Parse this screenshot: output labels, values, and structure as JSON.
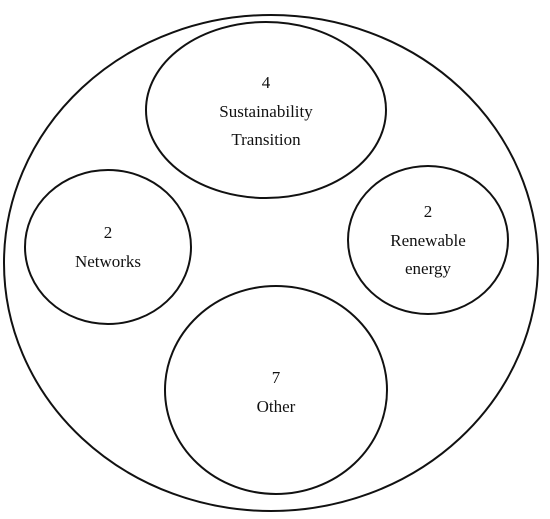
{
  "diagram": {
    "outer": {
      "name": "outer-circle"
    },
    "groups": [
      {
        "count": "4",
        "label_lines": [
          "Sustainability",
          "Transition"
        ]
      },
      {
        "count": "2",
        "label_lines": [
          "Networks"
        ]
      },
      {
        "count": "2",
        "label_lines": [
          "Renewable",
          "energy"
        ]
      },
      {
        "count": "7",
        "label_lines": [
          "Other"
        ]
      }
    ]
  }
}
